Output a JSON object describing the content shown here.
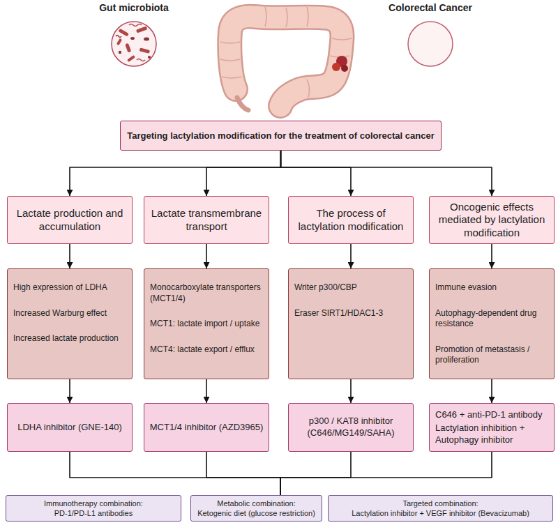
{
  "diagram": {
    "nodes": [
      {
        "text": [
          "Gut microbiota"
        ]
      },
      {
        "text": [
          "Colorectal Cancer"
        ]
      },
      {
        "text": [
          "Targeting lactylation modification for the treatment of colorectal cancer"
        ]
      },
      {
        "text": [
          "Lactate production and accumulation"
        ]
      },
      {
        "text": [
          "Lactate transmembrane transport"
        ]
      },
      {
        "text": [
          "The process of lactylation modification"
        ]
      },
      {
        "text": [
          "Oncogenic effects mediated by lactylation modification"
        ]
      },
      {
        "text": [
          "High expression of LDHA",
          "Increased Warburg effect",
          "Increased lactate production"
        ]
      },
      {
        "text": [
          "Monocarboxylate transporters (MCT1/4)",
          "MCT1: lactate import / uptake",
          "MCT4: lactate export / efflux"
        ]
      },
      {
        "text": [
          "Writer p300/CBP",
          "Eraser SIRT1/HDAC1-3"
        ]
      },
      {
        "text": [
          "Immune evasion",
          "Autophagy-dependent drug resistance",
          "Promotion of metastasis / proliferation"
        ]
      },
      {
        "text": [
          "LDHA inhibitor (GNE-140)"
        ]
      },
      {
        "text": [
          "MCT1/4 inhibitor (AZD3965)"
        ]
      },
      {
        "text": [
          "p300 / KAT8 inhibitor (C646/MG149/SAHA)"
        ]
      },
      {
        "text": [
          "C646 + anti-PD-1 antibody",
          "Lactylation inhibition + Autophagy inhibitor"
        ]
      },
      {
        "text": [
          "Immunotherapy combination:",
          "PD-1/PD-L1 antibodies"
        ]
      },
      {
        "text": [
          "Metabolic combination:",
          "Ketogenic diet (glucose restriction)"
        ]
      },
      {
        "text": [
          "Targeted combination:",
          "Lactylation inhibitor + VEGF inhibitor (Bevacizumab)"
        ]
      }
    ],
    "edges": [
      {
        "from": 2,
        "to": 3,
        "arrow": "to"
      },
      {
        "from": 2,
        "to": 4,
        "arrow": "to"
      },
      {
        "from": 2,
        "to": 5,
        "arrow": "to"
      },
      {
        "from": 2,
        "to": 6,
        "arrow": "to"
      },
      {
        "from": 3,
        "to": 7,
        "arrow": "to"
      },
      {
        "from": 4,
        "to": 8,
        "arrow": "to"
      },
      {
        "from": 5,
        "to": 9,
        "arrow": "to"
      },
      {
        "from": 6,
        "to": 10,
        "arrow": "to"
      },
      {
        "from": 7,
        "to": 11,
        "arrow": "to"
      },
      {
        "from": 8,
        "to": 12,
        "arrow": "to"
      },
      {
        "from": 9,
        "to": 13,
        "arrow": "to"
      },
      {
        "from": 10,
        "to": 14,
        "arrow": "to"
      },
      {
        "from": 11,
        "to": 16,
        "arrow": "none"
      },
      {
        "from": 12,
        "to": 16,
        "arrow": "none"
      },
      {
        "from": 13,
        "to": 16,
        "arrow": "none"
      },
      {
        "from": 14,
        "to": 16,
        "arrow": "none"
      }
    ]
  }
}
